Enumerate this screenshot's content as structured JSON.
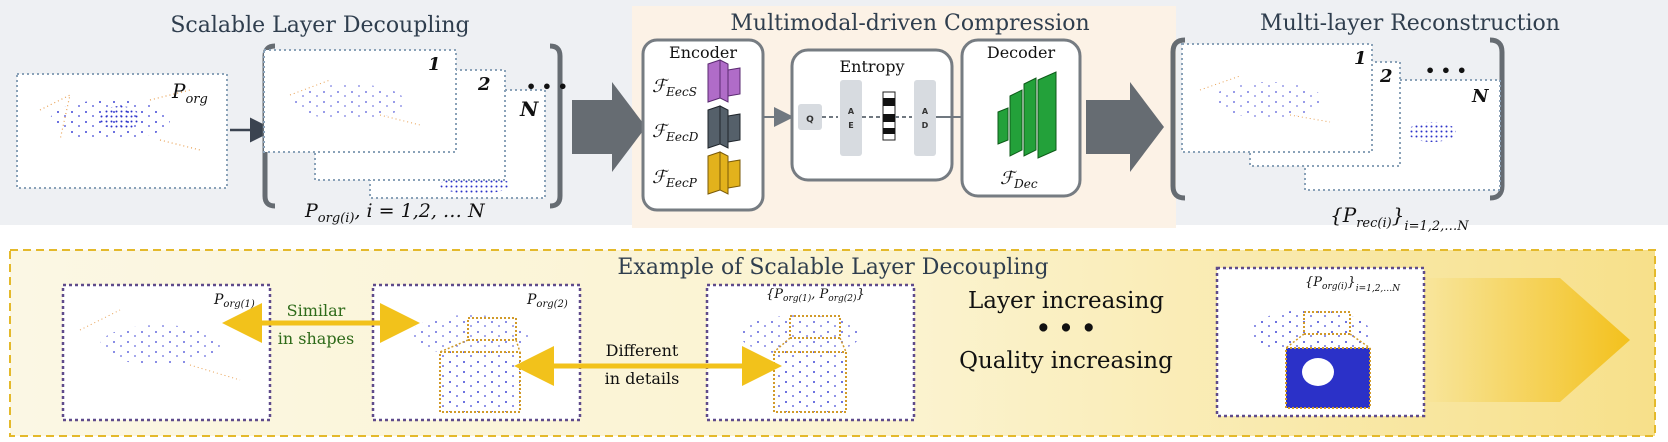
{
  "colors": {
    "top_panel_bg": "#eef0f3",
    "center_panel_bg": "#fcf2e6",
    "bottom_panel_bg": "#fbf6db",
    "bottom_border": "#e4b92b",
    "arrow_gray": "#666c72",
    "module_border": "#767c82",
    "yellow_arrow": "#f2c21b",
    "purple_dotted": "#5f4b8b",
    "orange_dotted": "#d19a2a",
    "points_blue": "#3e44d6",
    "points_orange": "#e8a052",
    "decoder_green": "#23a13a",
    "enc_purple": "#b06cc8",
    "enc_gray": "#55606a",
    "enc_orange": "#e2b21c"
  },
  "sections": {
    "decoupling_title": "Scalable Layer Decoupling",
    "compression_title": "Multimodal-driven Compression",
    "reconstruction_title": "Multi-layer Reconstruction",
    "example_title": "Example of Scalable Layer Decoupling"
  },
  "decoupling": {
    "input_label": "P",
    "input_sub": "org",
    "layer_numbers": [
      "1",
      "2",
      "N"
    ],
    "ellipsis": "• • •",
    "caption_main": "P",
    "caption_sub": "org(i)",
    "caption_rest": ", i = 1,2, … N"
  },
  "compression": {
    "encoder_label": "Encoder",
    "entropy_label": "Entropy",
    "decoder_label": "Decoder",
    "encoders": [
      {
        "sub": "EecS"
      },
      {
        "sub": "EecD"
      },
      {
        "sub": "EecP"
      }
    ],
    "F": "ℱ",
    "q_label": "Q",
    "ae_label": "A\nE",
    "ad_label": "A\nD",
    "dec_sub": "Dec"
  },
  "reconstruction": {
    "layer_numbers": [
      "1",
      "2",
      "N"
    ],
    "ellipsis": "• • •",
    "caption_main": "{P",
    "caption_sub1": "rec(i)",
    "caption_close": "}",
    "caption_sub2": "i=1,2,…N"
  },
  "example": {
    "box1_label": "P",
    "box1_sub": "org(1)",
    "box2_label": "P",
    "box2_sub": "org(2)",
    "box3_label": "{P",
    "box3_sub1": "org(1)",
    "box3_mid": ", P",
    "box3_sub2": "org(2)",
    "box3_close": "}",
    "box4_label": "{P",
    "box4_sub1": "org(i)",
    "box4_close": "}",
    "box4_sub2": "i=1,2,…N",
    "similar_line1": "Similar",
    "similar_line2": "in shapes",
    "different_line1": "Different",
    "different_line2": "in details",
    "layer_increasing": "Layer increasing",
    "dots": "• • •",
    "quality_increasing": "Quality increasing"
  }
}
